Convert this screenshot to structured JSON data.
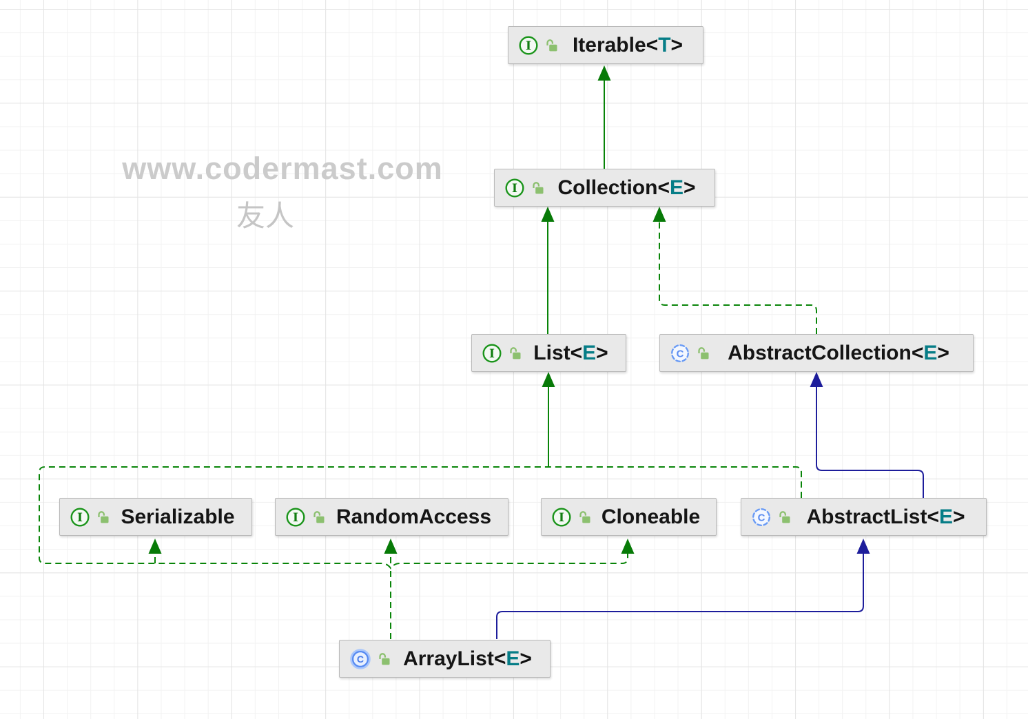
{
  "watermark": {
    "line1": "www.codermast.com",
    "line2": "友人"
  },
  "icons": {
    "interface_letter": "I",
    "class_letter": "C"
  },
  "colors": {
    "extends_interface_edge": "#088408",
    "implements_edge_dashed": "#088408",
    "extends_class_edge": "#1d1d9b",
    "generic_type_letter": "#067d87",
    "node_background": "#e9e9e9",
    "node_border": "#b9b9b9",
    "interface_icon_green": "#1a941a",
    "class_icon_blue": "#568af2",
    "lock_icon_green": "#8cc06f",
    "watermark_gray": "#cbcbcb"
  },
  "nodes": [
    {
      "id": "iterable",
      "kind": "interface",
      "name": "Iterable",
      "bracket_open": "<",
      "tparam": "T",
      "bracket_close": ">"
    },
    {
      "id": "collection",
      "kind": "interface",
      "name": "Collection",
      "bracket_open": "<",
      "tparam": "E",
      "bracket_close": ">"
    },
    {
      "id": "list",
      "kind": "interface",
      "name": "List",
      "bracket_open": "<",
      "tparam": "E",
      "bracket_close": ">"
    },
    {
      "id": "abstract-collection",
      "kind": "abstract-class",
      "name": "AbstractCollection",
      "bracket_open": "<",
      "tparam": "E",
      "bracket_close": ">"
    },
    {
      "id": "serializable",
      "kind": "interface",
      "name": "Serializable",
      "bracket_open": "",
      "tparam": "",
      "bracket_close": ""
    },
    {
      "id": "random-access",
      "kind": "interface",
      "name": "RandomAccess",
      "bracket_open": "",
      "tparam": "",
      "bracket_close": ""
    },
    {
      "id": "cloneable",
      "kind": "interface",
      "name": "Cloneable",
      "bracket_open": "",
      "tparam": "",
      "bracket_close": ""
    },
    {
      "id": "abstract-list",
      "kind": "abstract-class",
      "name": "AbstractList",
      "bracket_open": "<",
      "tparam": "E",
      "bracket_close": ">"
    },
    {
      "id": "array-list",
      "kind": "class",
      "name": "ArrayList",
      "bracket_open": "<",
      "tparam": "E",
      "bracket_close": ">"
    }
  ],
  "edges": [
    {
      "from": "Collection",
      "to": "Iterable",
      "relation": "extends",
      "style": "solid-green"
    },
    {
      "from": "List",
      "to": "Collection",
      "relation": "extends",
      "style": "solid-green"
    },
    {
      "from": "AbstractCollection",
      "to": "Collection",
      "relation": "implements",
      "style": "dashed-green"
    },
    {
      "from": "AbstractList",
      "to": "AbstractCollection",
      "relation": "extends",
      "style": "solid-navy"
    },
    {
      "from": "AbstractList",
      "to": "List",
      "relation": "implements",
      "style": "dashed-green"
    },
    {
      "from": "ArrayList",
      "to": "List",
      "relation": "implements",
      "style": "dashed-green"
    },
    {
      "from": "ArrayList",
      "to": "Serializable",
      "relation": "implements",
      "style": "dashed-green"
    },
    {
      "from": "ArrayList",
      "to": "RandomAccess",
      "relation": "implements",
      "style": "dashed-green"
    },
    {
      "from": "ArrayList",
      "to": "Cloneable",
      "relation": "implements",
      "style": "dashed-green"
    },
    {
      "from": "ArrayList",
      "to": "AbstractList",
      "relation": "extends",
      "style": "solid-navy"
    }
  ]
}
